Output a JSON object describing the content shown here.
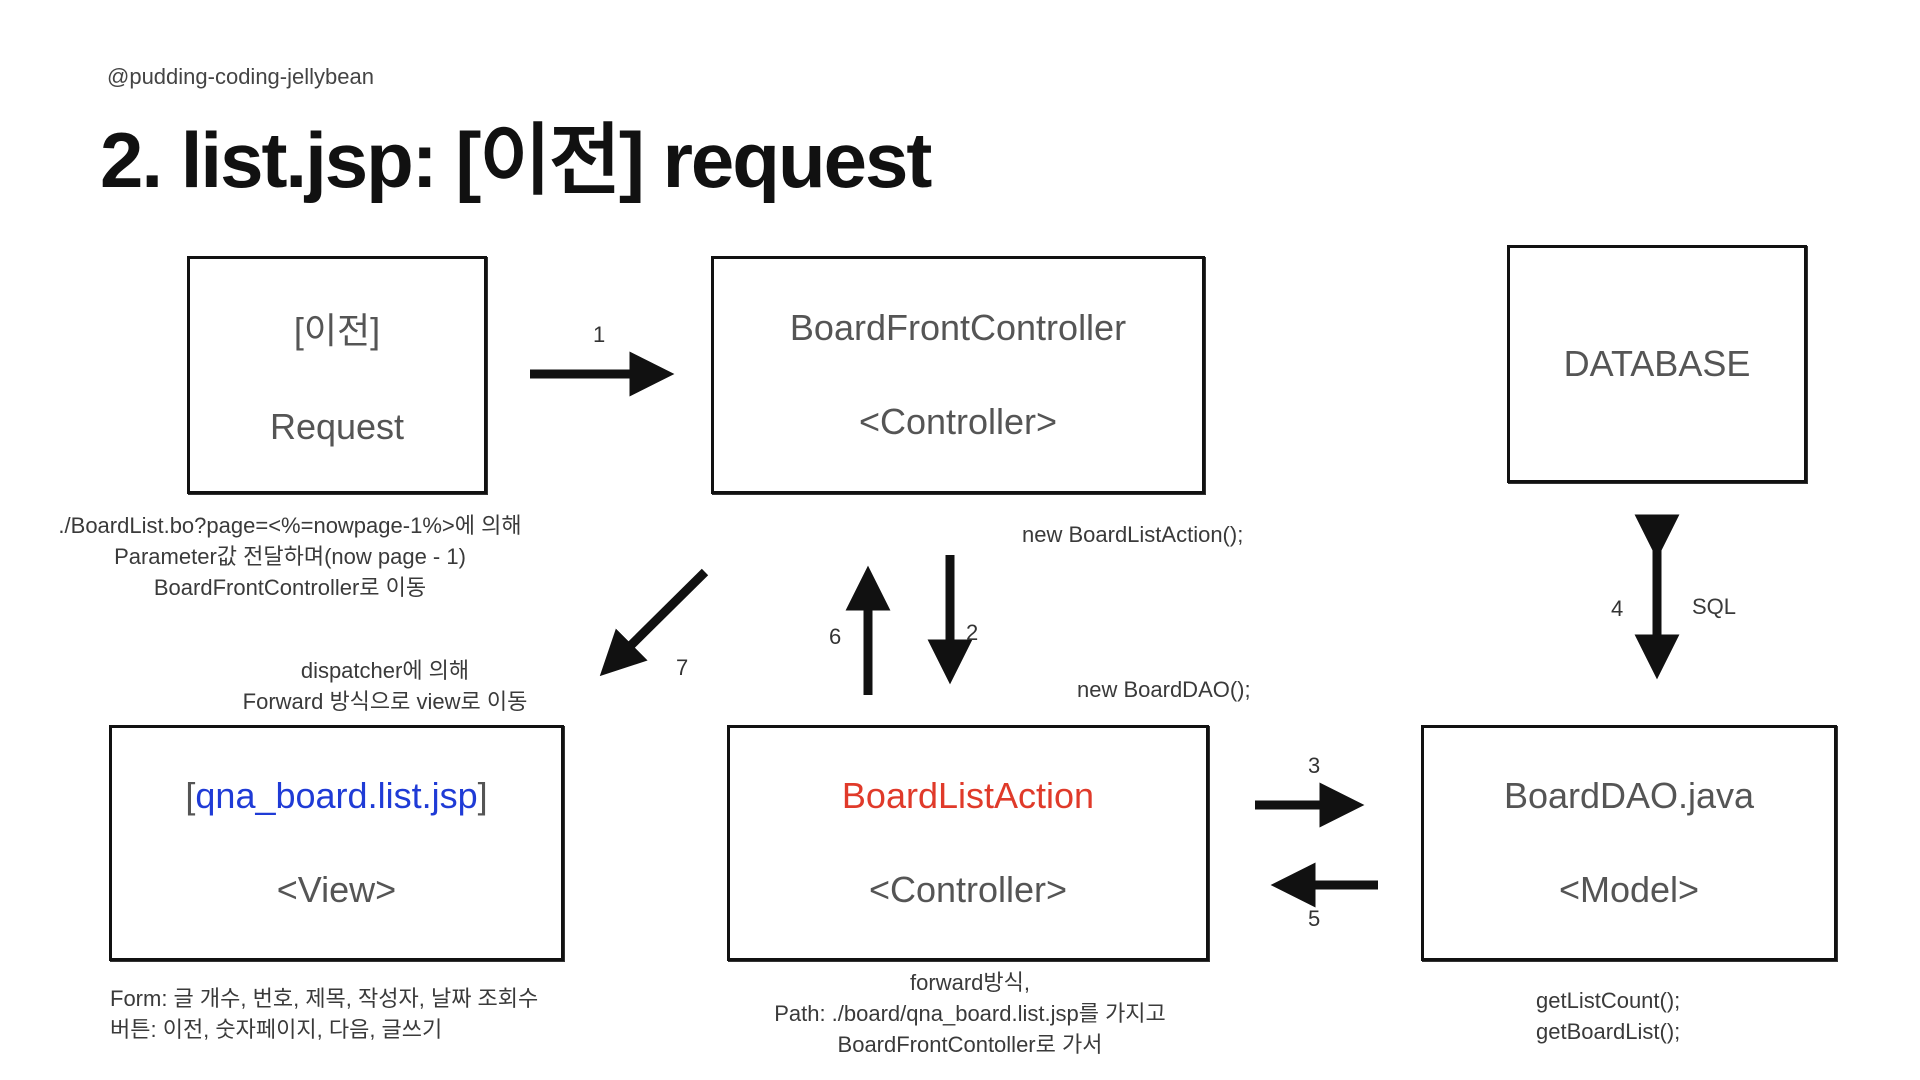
{
  "header": {
    "author": "@pudding-coding-jellybean",
    "title": "2. list.jsp: [이전] request"
  },
  "boxes": {
    "request": {
      "line1": "[이전]",
      "line2": "Request"
    },
    "front_controller": {
      "line1": "BoardFrontController",
      "line2": "<Controller>"
    },
    "database": {
      "line1": "DATABASE"
    },
    "view": {
      "bracket_open": "[",
      "file": "qna_board.list.jsp",
      "bracket_close": "]",
      "line2": "<View>"
    },
    "list_action": {
      "line1": "BoardListAction",
      "line2": "<Controller>"
    },
    "dao": {
      "line1": "BoardDAO.java",
      "line2": "<Model>"
    }
  },
  "notes": {
    "request_note": [
      "./BoardList.bo?page=<%=nowpage-1%>에 의해",
      "Parameter값 전달하며(now page - 1)",
      "BoardFrontController로 이동"
    ],
    "new_action": "new BoardListAction();",
    "new_dao": "new BoardDAO();",
    "dispatcher_note": [
      "dispatcher에 의해",
      "Forward 방식으로 view로 이동"
    ],
    "view_note": [
      "Form: 글 개수, 번호, 제목, 작성자, 날짜 조회수",
      "버튼: 이전, 숫자페이지, 다음, 글쓰기"
    ],
    "action_note": [
      "forward방식,",
      "Path: ./board/qna_board.list.jsp를 가지고",
      "BoardFrontContoller로 가서"
    ],
    "dao_note": [
      "getListCount();",
      "getBoardList();"
    ],
    "sql": "SQL"
  },
  "arrows": {
    "a1": "1",
    "a2": "2",
    "a3": "3",
    "a4": "4",
    "a5": "5",
    "a6": "6",
    "a7": "7"
  },
  "colors": {
    "view_file": "#1f3bd6",
    "list_action": "#e03a2a",
    "box_border": "#111111"
  }
}
